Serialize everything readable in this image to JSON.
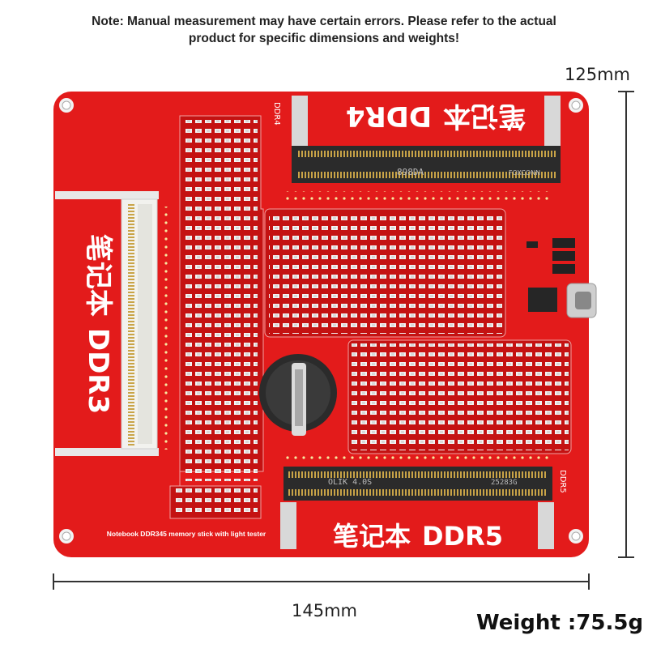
{
  "note": {
    "line1": "Note: Manual measurement may have certain errors. Please refer to the actual",
    "line2": "product for specific dimensions and weights!"
  },
  "dimensions": {
    "height": "125mm",
    "width": "145mm"
  },
  "weight": "Weight :75.5g",
  "board": {
    "caption": "Notebook DDR345 memory stick with light tester",
    "ddr3": {
      "chinese": "笔记本",
      "label": "DDR3"
    },
    "ddr4": {
      "chinese": "笔记本",
      "label": "DDR4",
      "slot_label": "DDR4",
      "marking": "898DA",
      "brand": "FOXCONN"
    },
    "ddr5": {
      "chinese": "笔记本",
      "label": "DDR5",
      "slot_label": "DDR5",
      "marking": "OLIK 4.0S",
      "marking2": "25283G"
    },
    "colors": {
      "pcb": "#e31b1b",
      "pcb_dark": "#c41212",
      "silkscreen": "#ffffff",
      "connector": "#2b2b2b"
    }
  }
}
